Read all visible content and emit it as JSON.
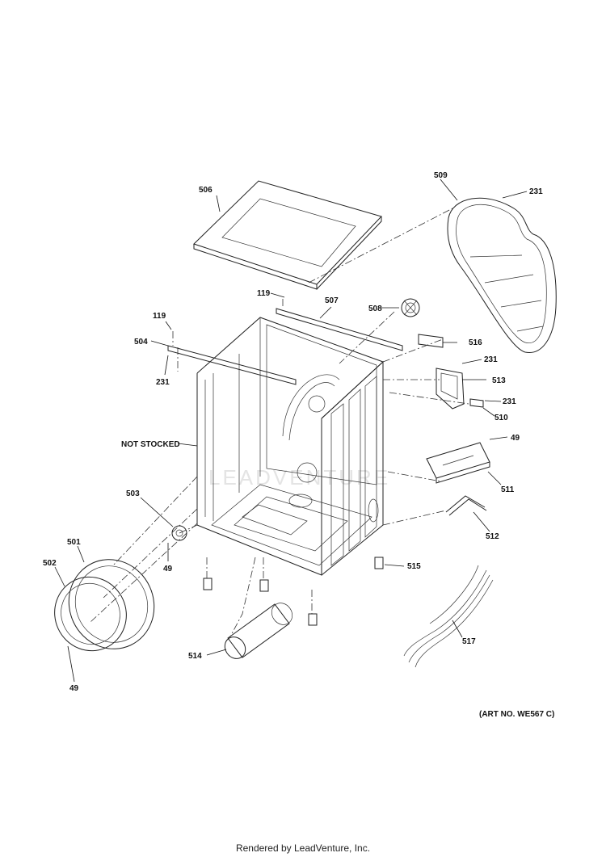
{
  "diagram": {
    "parts": {
      "p506": "506",
      "p509": "509",
      "p231_a": "231",
      "p119_a": "119",
      "p507": "507",
      "p508": "508",
      "p119_b": "119",
      "p504": "504",
      "p231_b": "231",
      "p516": "516",
      "p231_c": "231",
      "p513": "513",
      "p231_d": "231",
      "p510": "510",
      "not_stocked": "NOT STOCKED",
      "p49_a": "49",
      "p511": "511",
      "p503": "503",
      "p49_b": "49",
      "p512": "512",
      "p501": "501",
      "p502": "502",
      "p515": "515",
      "p514": "514",
      "p517": "517",
      "p49_c": "49"
    },
    "art_no": "(ART NO. WE567 C)",
    "watermark": "LEADVENTURE"
  },
  "footer": {
    "rendered_by": "Rendered by LeadVenture, Inc."
  }
}
